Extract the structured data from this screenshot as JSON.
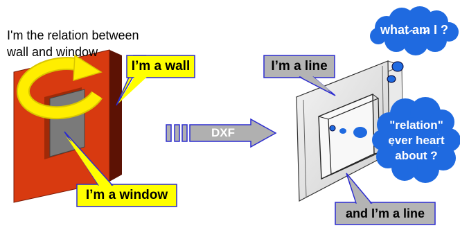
{
  "relation_note": {
    "line1": "I'm the relation between",
    "line2": "wall and window"
  },
  "callouts": {
    "wall": "I’m a wall",
    "window": "I’m a window",
    "line_top": "I’m a line",
    "line_bottom": "and I’m a line"
  },
  "arrow_label": "DXF",
  "clouds": {
    "top": "what am I ?",
    "side": [
      "\"relation\"",
      "ever heart",
      "about ?"
    ]
  },
  "colors": {
    "callout_yellow": "#ffff00",
    "callout_gray": "#b4b4b4",
    "wall_red": "#d83a10",
    "window_gray": "#7a7a7a",
    "ring_yellow": "#ffee00",
    "arrow_gray": "#b0b0b0",
    "arrow_border": "#2b2bd0",
    "cloud_blue": "#1f6ae0"
  }
}
